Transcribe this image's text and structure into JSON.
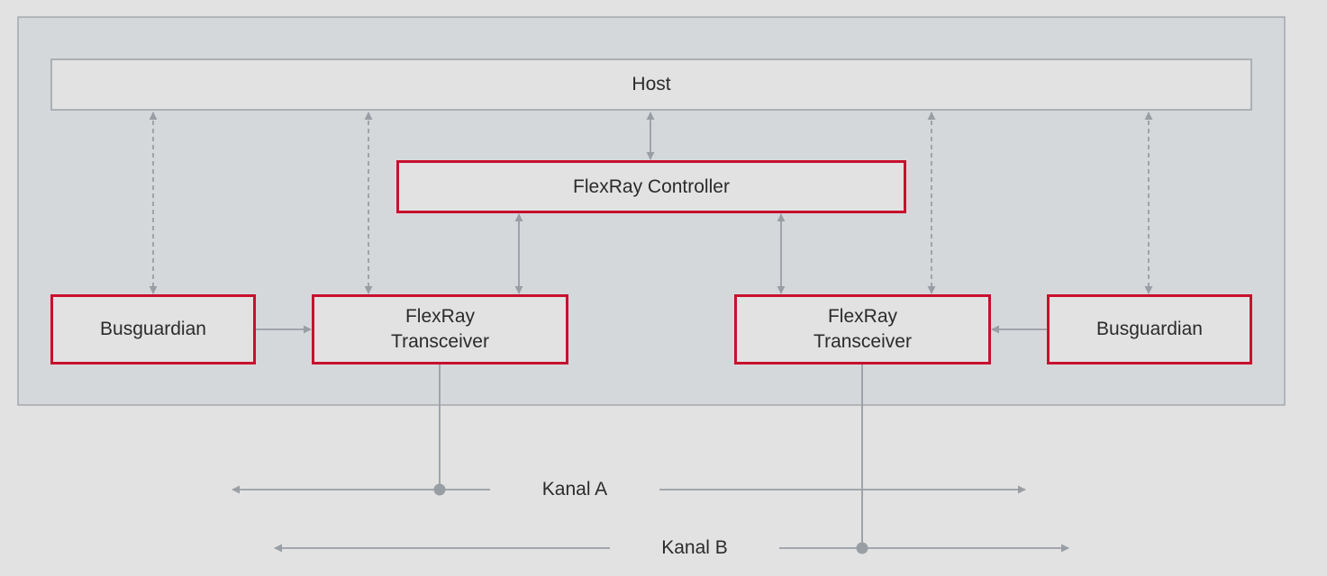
{
  "diagram": {
    "host": {
      "label": "Host"
    },
    "controller": {
      "label": "FlexRay Controller"
    },
    "transceiver_left": {
      "line1": "FlexRay",
      "line2": "Transceiver"
    },
    "transceiver_right": {
      "line1": "FlexRay",
      "line2": "Transceiver"
    },
    "busguardian_left": {
      "label": "Busguardian"
    },
    "busguardian_right": {
      "label": "Busguardian"
    },
    "channel_a": {
      "label": "Kanal A"
    },
    "channel_b": {
      "label": "Kanal B"
    }
  },
  "colors": {
    "background": "#e2e2e2",
    "node_area": "#d5d8db",
    "box_fill": "#e2e2e2",
    "accent_border": "#c8102e",
    "neutral_border": "#9ba1a6",
    "connector": "#989ea4"
  }
}
